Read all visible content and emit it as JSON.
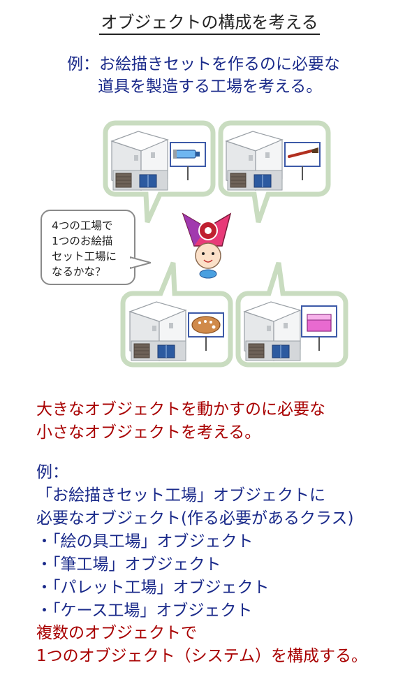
{
  "title": "オブジェクトの構成を考える",
  "intro": {
    "line1": "例：お絵描きセットを作るのに必要な",
    "line2": "道具を製造する工場を考える。"
  },
  "speech_bubble": {
    "lines": [
      "4つの工場で",
      "1つのお絵描",
      "セット工場に",
      "なるかな？"
    ]
  },
  "factories": [
    {
      "product": "paint-tube"
    },
    {
      "product": "brush"
    },
    {
      "product": "palette"
    },
    {
      "product": "case"
    }
  ],
  "colors": {
    "bubble_border": "#c9dcc0",
    "red_text": "#a80000",
    "navy_text": "#1a2a8a",
    "building_wall": "#eef0f2",
    "building_shadow": "#b0b4b8",
    "window_blue": "#2c5aa0",
    "sign_blue": "#3d5aa8"
  },
  "section1": {
    "line1": "大きなオブジェクトを動かすのに必要な",
    "line2": "小さなオブジェクトを考える。"
  },
  "section2": {
    "heading": "例：",
    "line1": "「お絵描きセット工場」オブジェクトに",
    "line2": "必要なオブジェクト(作る必要があるクラス)",
    "items": [
      "・「絵の具工場」オブジェクト",
      "・「筆工場」オブジェクト",
      "・「パレット工場」オブジェクト",
      "・「ケース工場」オブジェクト"
    ]
  },
  "section3": {
    "line1": "複数のオブジェクトで",
    "line2": "1つのオブジェクト（システム）を構成する。"
  }
}
